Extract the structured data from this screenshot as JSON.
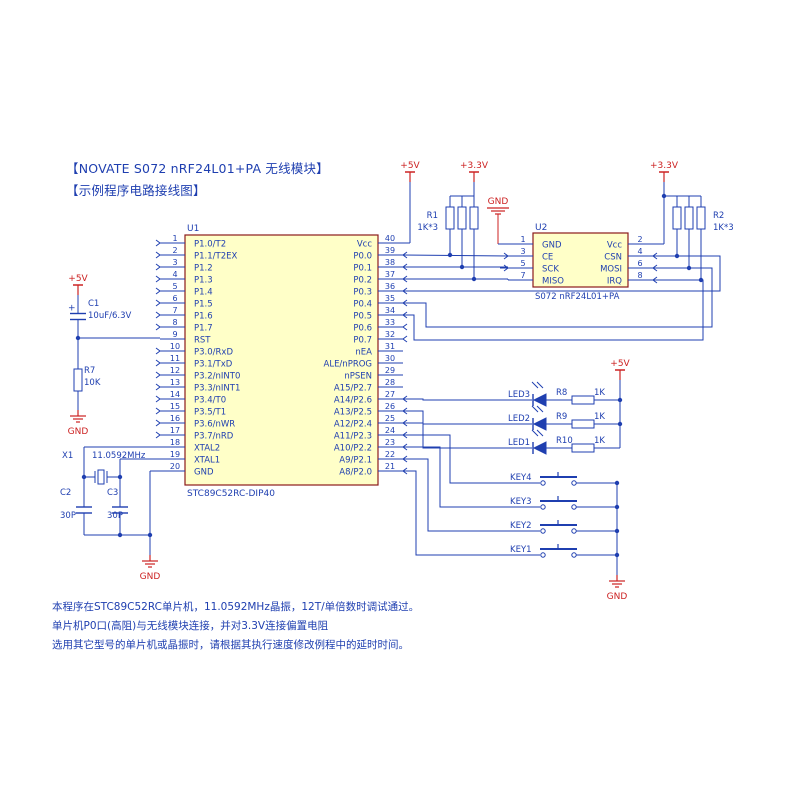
{
  "titles": {
    "line1": "【NOVATE S072 nRF24L01+PA 无线模块】",
    "line2": "【示例程序电路接线图】"
  },
  "notes": [
    "本程序在STC89C52RC单片机，11.0592MHz晶振，12T/单倍数时调试通过。",
    "单片机P0口(高阻)与无线模块连接，并对3.3V连接偏置电阻",
    "选用其它型号的单片机或晶振时，请根据其执行速度修改例程中的延时时间。"
  ],
  "colors": {
    "wire": "#1f3fb0",
    "chip_fill": "#ffffc8",
    "chip_border": "#8b1a1a",
    "power": "#cc2222",
    "ground": "#cc2222",
    "text": "#1f3fb0",
    "pin_num": "#1f3fb0"
  },
  "u1": {
    "ref": "U1",
    "part": "STC89C52RC-DIP40",
    "left_pins": [
      {
        "num": "1",
        "name": "P1.0/T2"
      },
      {
        "num": "2",
        "name": "P1.1/T2EX"
      },
      {
        "num": "3",
        "name": "P1.2"
      },
      {
        "num": "4",
        "name": "P1.3"
      },
      {
        "num": "5",
        "name": "P1.4"
      },
      {
        "num": "6",
        "name": "P1.5"
      },
      {
        "num": "7",
        "name": "P1.6"
      },
      {
        "num": "8",
        "name": "P1.7"
      },
      {
        "num": "9",
        "name": "RST"
      },
      {
        "num": "10",
        "name": "P3.0/RxD"
      },
      {
        "num": "11",
        "name": "P3.1/TxD"
      },
      {
        "num": "12",
        "name": "P3.2/nINT0"
      },
      {
        "num": "13",
        "name": "P3.3/nINT1"
      },
      {
        "num": "14",
        "name": "P3.4/T0"
      },
      {
        "num": "15",
        "name": "P3.5/T1"
      },
      {
        "num": "16",
        "name": "P3.6/nWR"
      },
      {
        "num": "17",
        "name": "P3.7/nRD"
      },
      {
        "num": "18",
        "name": "XTAL2"
      },
      {
        "num": "19",
        "name": "XTAL1"
      },
      {
        "num": "20",
        "name": "GND"
      }
    ],
    "right_pins": [
      {
        "num": "40",
        "name": "Vcc"
      },
      {
        "num": "39",
        "name": "P0.0"
      },
      {
        "num": "38",
        "name": "P0.1"
      },
      {
        "num": "37",
        "name": "P0.2"
      },
      {
        "num": "36",
        "name": "P0.3"
      },
      {
        "num": "35",
        "name": "P0.4"
      },
      {
        "num": "34",
        "name": "P0.5"
      },
      {
        "num": "33",
        "name": "P0.6"
      },
      {
        "num": "32",
        "name": "P0.7"
      },
      {
        "num": "31",
        "name": "nEA"
      },
      {
        "num": "30",
        "name": "ALE/nPROG"
      },
      {
        "num": "29",
        "name": "nPSEN"
      },
      {
        "num": "28",
        "name": "A15/P2.7"
      },
      {
        "num": "27",
        "name": "A14/P2.6"
      },
      {
        "num": "26",
        "name": "A13/P2.5"
      },
      {
        "num": "25",
        "name": "A12/P2.4"
      },
      {
        "num": "24",
        "name": "A11/P2.3"
      },
      {
        "num": "23",
        "name": "A10/P2.2"
      },
      {
        "num": "22",
        "name": "A9/P2.1"
      },
      {
        "num": "21",
        "name": "A8/P2.0"
      }
    ]
  },
  "u2": {
    "ref": "U2",
    "part": "S072 nRF24L01+PA",
    "left_pins": [
      {
        "num": "1",
        "name": "GND"
      },
      {
        "num": "3",
        "name": "CE"
      },
      {
        "num": "5",
        "name": "SCK"
      },
      {
        "num": "7",
        "name": "MISO"
      }
    ],
    "right_pins": [
      {
        "num": "2",
        "name": "Vcc"
      },
      {
        "num": "4",
        "name": "CSN"
      },
      {
        "num": "6",
        "name": "MOSI"
      },
      {
        "num": "8",
        "name": "IRQ"
      }
    ]
  },
  "power_labels": {
    "vcc5_top": "+5V",
    "vcc33_a": "+3.3V",
    "vcc33_b": "+3.3V",
    "vcc5_left": "+5V",
    "vcc5_led": "+5V"
  },
  "ground_labels": {
    "gnd_top": "GND",
    "gnd_left": "GND",
    "gnd_xtal": "GND",
    "gnd_keys": "GND"
  },
  "resistor_networks": {
    "r1": {
      "ref": "R1",
      "value": "1K*3"
    },
    "r2": {
      "ref": "R2",
      "value": "1K*3"
    }
  },
  "passives": {
    "c1": {
      "ref": "C1",
      "value": "10uF/6.3V"
    },
    "r7": {
      "ref": "R7",
      "value": "10K"
    },
    "x1": {
      "ref": "X1",
      "value": "11.0592MHz"
    },
    "c2": {
      "ref": "C2",
      "value": "30P"
    },
    "c3": {
      "ref": "C3",
      "value": "30P"
    }
  },
  "leds": [
    {
      "ref": "LED3",
      "res_ref": "R8",
      "res_value": "1K"
    },
    {
      "ref": "LED2",
      "res_ref": "R9",
      "res_value": "1K"
    },
    {
      "ref": "LED1",
      "res_ref": "R10",
      "res_value": "1K"
    }
  ],
  "keys": [
    "KEY4",
    "KEY3",
    "KEY2",
    "KEY1"
  ]
}
